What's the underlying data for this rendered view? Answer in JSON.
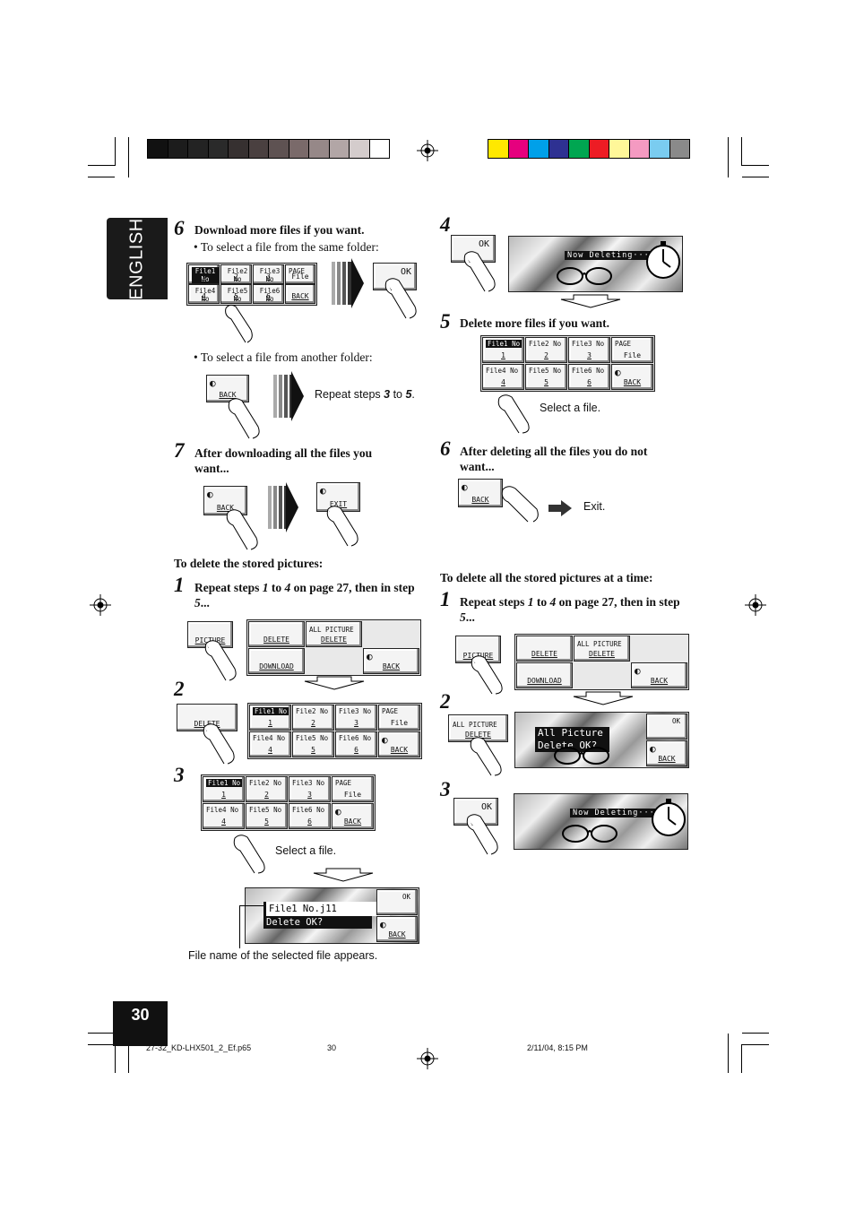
{
  "language_tab": "ENGLISH",
  "page_number": "30",
  "footer": {
    "file": "27-32_KD-LHX501_2_Ef.p65",
    "page": "30",
    "date": "2/11/04, 8:15 PM"
  },
  "colors": {
    "gray_bars": [
      "#111111",
      "#1c1c1c",
      "#232323",
      "#2a2a2a",
      "#363030",
      "#4a4040",
      "#5e5252",
      "#7a6a6a",
      "#968888",
      "#b2a6a6",
      "#d4cccc",
      "#ffffff"
    ],
    "color_bars": [
      "#ffe800",
      "#e6007e",
      "#00a0e9",
      "#2e3192",
      "#00a651",
      "#ed1c24",
      "#fff799",
      "#f49ac1",
      "#7accf0",
      "#8a8a8a"
    ]
  },
  "left": {
    "step6": {
      "num": "6",
      "title": "Download more files if you want.",
      "bullet1": "• To select a file from the same folder:",
      "bullet2": "• To select a file from another folder:",
      "repeat": "Repeat steps ",
      "r3": "3",
      "to": " to ",
      "r5": "5",
      "dot": "."
    },
    "step7": {
      "num": "7",
      "title": "After downloading all the files you want..."
    },
    "delete_heading": "To delete the stored pictures:",
    "d1": {
      "num": "1",
      "a": "Repeat steps ",
      "n1": "1",
      "b": " to ",
      "n4": "4",
      "c": " on page 27, then in step ",
      "n5": "5",
      "d": "..."
    },
    "d2": {
      "num": "2"
    },
    "d3": {
      "num": "3",
      "select": "Select a file."
    },
    "file_name_note": "File name of the selected file appears."
  },
  "right": {
    "step4": {
      "num": "4"
    },
    "step5": {
      "num": "5",
      "title": "Delete more files if you want.",
      "select": "Select a file."
    },
    "step6": {
      "num": "6",
      "title": "After deleting all the files you do not want...",
      "exit": "Exit."
    },
    "all_heading": "To delete all the stored pictures at a time:",
    "a1": {
      "num": "1",
      "a": "Repeat steps ",
      "n1": "1",
      "b": " to ",
      "n4": "4",
      "c": " on page 27, then in step ",
      "n5": "5",
      "d": "..."
    },
    "a2": {
      "num": "2"
    },
    "a3": {
      "num": "3"
    }
  },
  "lcd": {
    "ok": "OK",
    "back": "BACK",
    "exit": "EXIT",
    "picture": "PICTURE",
    "delete": "DELETE",
    "all_picture": "ALL PICTURE",
    "all_picture_delete": "DELETE",
    "download": "DOWNLOAD",
    "page": "PAGE",
    "file": "File",
    "f1": "File1 No",
    "f2": "File2 No",
    "f3": "File3 No",
    "f4": "File4 No",
    "f5": "File5 No",
    "f6": "File6 No",
    "n1": "1",
    "n2": "2",
    "n3": "3",
    "n4": "4",
    "n5": "5",
    "n6": "6",
    "now_deleting": "Now Deleting···",
    "confirm_file_line1": "File1 No.j11",
    "confirm_file_line2": "Delete OK?",
    "confirm_all_line1": "All Picture",
    "confirm_all_line2": "Delete OK?"
  }
}
